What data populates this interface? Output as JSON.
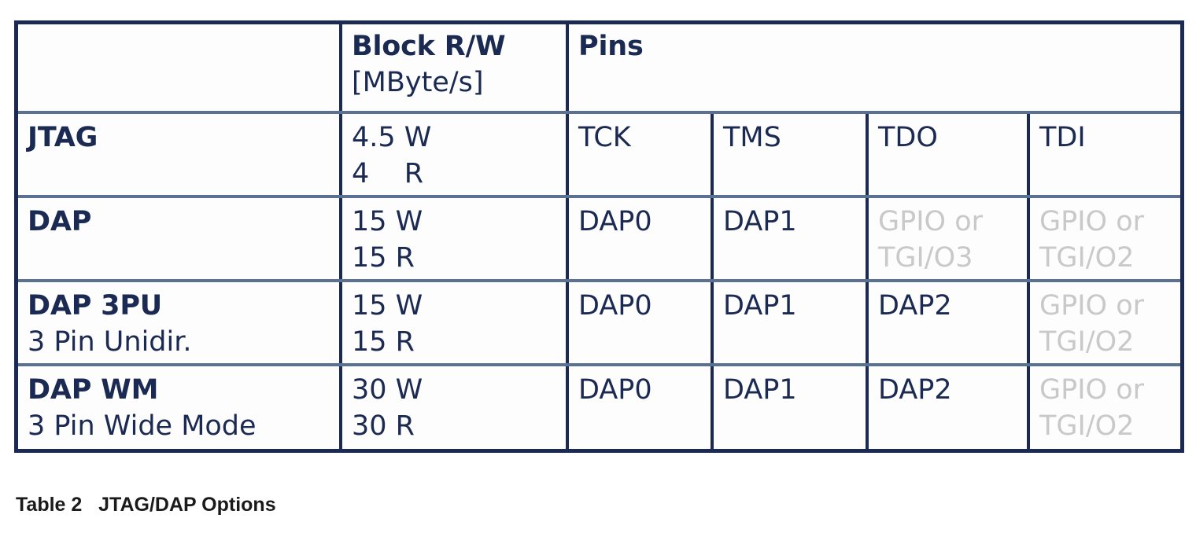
{
  "table": {
    "header": {
      "label_col": "",
      "throughput_title": "Block R/W",
      "throughput_units": "[MByte/s]",
      "pins_title": "Pins"
    },
    "rows": [
      {
        "name": "JTAG",
        "subtitle": "",
        "write": "4.5 W",
        "read": "4    R",
        "pins": [
          {
            "text": "TCK",
            "muted": false
          },
          {
            "text": "TMS",
            "muted": false
          },
          {
            "text": "TDO",
            "muted": false
          },
          {
            "text": "TDI",
            "muted": false
          }
        ]
      },
      {
        "name": "DAP",
        "subtitle": "",
        "write": "15 W",
        "read": "15 R",
        "pins": [
          {
            "text": "DAP0",
            "muted": false
          },
          {
            "text": "DAP1",
            "muted": false
          },
          {
            "text": "GPIO or",
            "text2": "TGI/O3",
            "muted": true
          },
          {
            "text": "GPIO or",
            "text2": "TGI/O2",
            "muted": true
          }
        ]
      },
      {
        "name": "DAP 3PU",
        "subtitle": "3 Pin Unidir.",
        "write": "15 W",
        "read": "15 R",
        "pins": [
          {
            "text": "DAP0",
            "muted": false
          },
          {
            "text": "DAP1",
            "muted": false
          },
          {
            "text": "DAP2",
            "muted": false
          },
          {
            "text": "GPIO or",
            "text2": "TGI/O2",
            "muted": true
          }
        ]
      },
      {
        "name": "DAP WM",
        "subtitle": "3 Pin Wide Mode",
        "write": "30 W",
        "read": "30 R",
        "pins": [
          {
            "text": "DAP0",
            "muted": false
          },
          {
            "text": "DAP1",
            "muted": false
          },
          {
            "text": "DAP2",
            "muted": false
          },
          {
            "text": "GPIO or",
            "text2": "TGI/O2",
            "muted": true
          }
        ]
      }
    ]
  },
  "caption": "Table 2   JTAG/DAP Options",
  "colors": {
    "text_navy": "#1b2a52",
    "border_outer": "#1b2a52",
    "border_row": "#5a7192",
    "muted_text": "#c9c9c9",
    "caption_text": "#1a1a1a",
    "background": "#ffffff"
  }
}
